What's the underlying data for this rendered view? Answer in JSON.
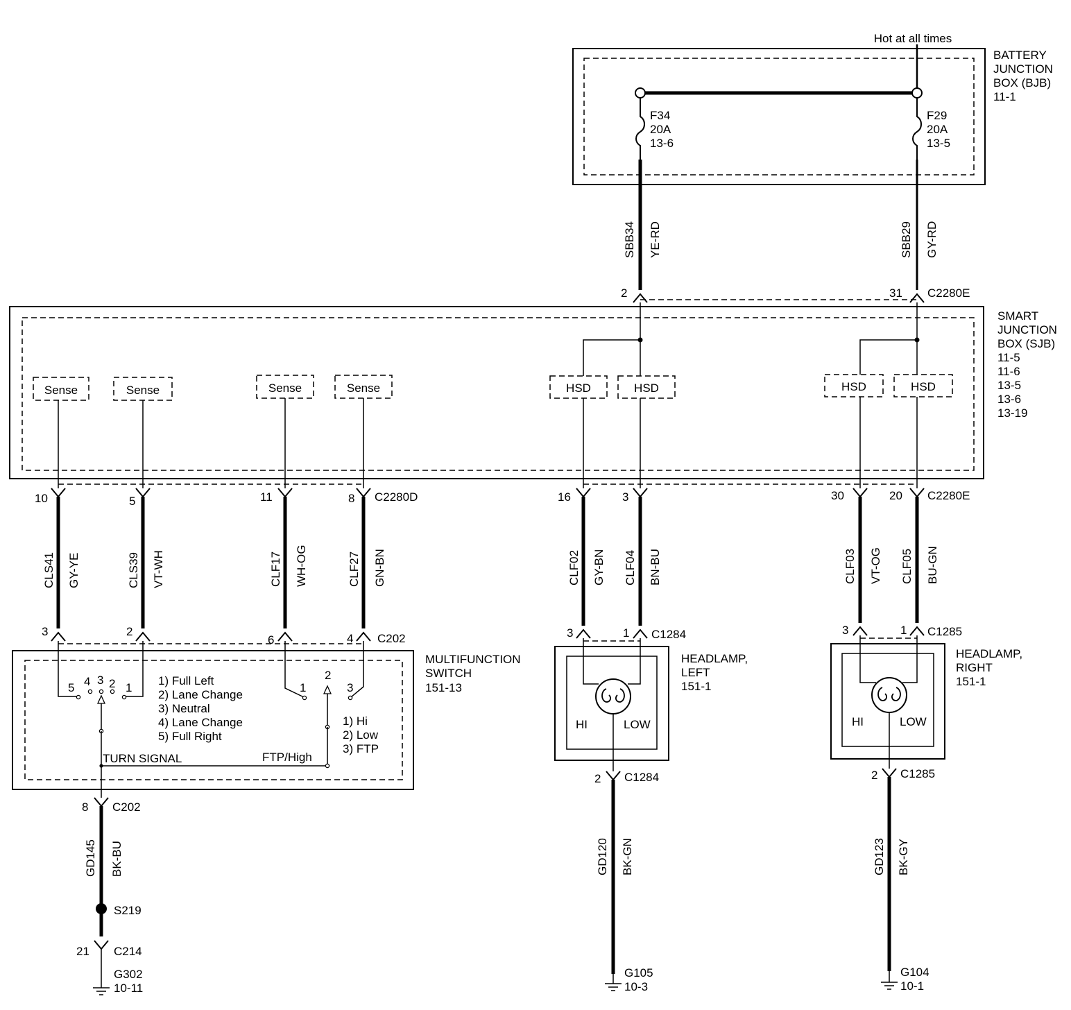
{
  "hot": "Hot at all times",
  "bjb": {
    "label": [
      "BATTERY",
      "JUNCTION",
      "BOX (BJB)",
      "11-1"
    ],
    "fuses": [
      {
        "id": "F34",
        "rating": "20A",
        "ref": "13-6"
      },
      {
        "id": "F29",
        "rating": "20A",
        "ref": "13-5"
      }
    ]
  },
  "sjb": {
    "label": [
      "SMART",
      "JUNCTION",
      "BOX (SJB)",
      "11-5",
      "11-6",
      "13-5",
      "13-6",
      "13-19"
    ],
    "sense": "Sense",
    "hsd": "HSD"
  },
  "feed_wires": [
    {
      "circuit": "SBB34",
      "color": "YE-RD",
      "pin": "2",
      "connector": ""
    },
    {
      "circuit": "SBB29",
      "color": "GY-RD",
      "pin": "31",
      "connector": "C2280E"
    }
  ],
  "sjb_out": [
    {
      "pin": "10",
      "connector": "",
      "circuit": "CLS41",
      "color": "GY-YE",
      "end_pin": "3",
      "end_conn": ""
    },
    {
      "pin": "5",
      "connector": "",
      "circuit": "CLS39",
      "color": "VT-WH",
      "end_pin": "2",
      "end_conn": ""
    },
    {
      "pin": "11",
      "connector": "",
      "circuit": "CLF17",
      "color": "WH-OG",
      "end_pin": "6",
      "end_conn": ""
    },
    {
      "pin": "8",
      "connector": "C2280D",
      "circuit": "CLF27",
      "color": "GN-BN",
      "end_pin": "4",
      "end_conn": "C202"
    },
    {
      "pin": "16",
      "connector": "",
      "circuit": "CLF02",
      "color": "GY-BN",
      "end_pin": "3",
      "end_conn": ""
    },
    {
      "pin": "3",
      "connector": "",
      "circuit": "CLF04",
      "color": "BN-BU",
      "end_pin": "1",
      "end_conn": "C1284"
    },
    {
      "pin": "30",
      "connector": "",
      "circuit": "CLF03",
      "color": "VT-OG",
      "end_pin": "3",
      "end_conn": ""
    },
    {
      "pin": "20",
      "connector": "C2280E",
      "circuit": "CLF05",
      "color": "BU-GN",
      "end_pin": "1",
      "end_conn": "C1285"
    }
  ],
  "mfs": {
    "label": [
      "MULTIFUNCTION",
      "SWITCH",
      "151-13"
    ],
    "turn_positions": [
      "1) Full Left",
      "2) Lane Change",
      "3) Neutral",
      "4) Lane Change",
      "5) Full Right"
    ],
    "turn_pins": [
      "5",
      "4",
      "3",
      "2",
      "1"
    ],
    "light_pins": [
      "1",
      "2",
      "3"
    ],
    "light_positions": [
      "1) Hi",
      "2) Low",
      "3) FTP"
    ],
    "turn_signal": "TURN SIGNAL",
    "ftp_high": "FTP/High"
  },
  "headlamp_left": {
    "label": [
      "HEADLAMP,",
      "LEFT",
      "151-1"
    ],
    "hi": "HI",
    "low": "LOW"
  },
  "headlamp_right": {
    "label": [
      "HEADLAMP,",
      "RIGHT",
      "151-1"
    ],
    "hi": "HI",
    "low": "LOW"
  },
  "grounds": [
    {
      "pin": "8",
      "connector": "C202",
      "circuit": "GD145",
      "color": "BK-BU",
      "splice": "S219",
      "pin2": "21",
      "connector2": "C214",
      "ground": "G302",
      "ref": "10-11"
    },
    {
      "pin": "2",
      "connector": "C1284",
      "circuit": "GD120",
      "color": "BK-GN",
      "ground": "G105",
      "ref": "10-3"
    },
    {
      "pin": "2",
      "connector": "C1285",
      "circuit": "GD123",
      "color": "BK-GY",
      "ground": "G104",
      "ref": "10-1"
    }
  ]
}
